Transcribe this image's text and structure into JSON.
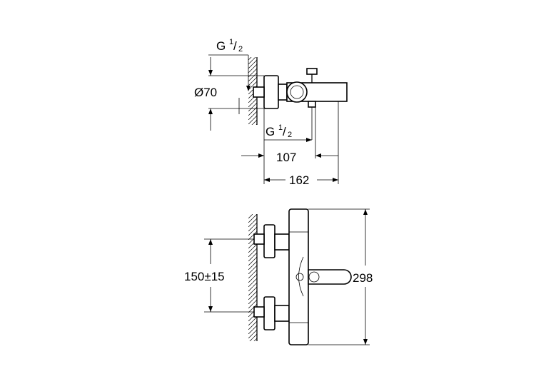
{
  "dimensions": {
    "thread_top": {
      "prefix": "G",
      "num": "1",
      "den": "2"
    },
    "diameter": "Ø70",
    "thread_bottom": {
      "prefix": "G",
      "num": "1",
      "den": "2"
    },
    "depth_107": "107",
    "depth_162": "162",
    "spacing": "150±15",
    "height": "298"
  }
}
